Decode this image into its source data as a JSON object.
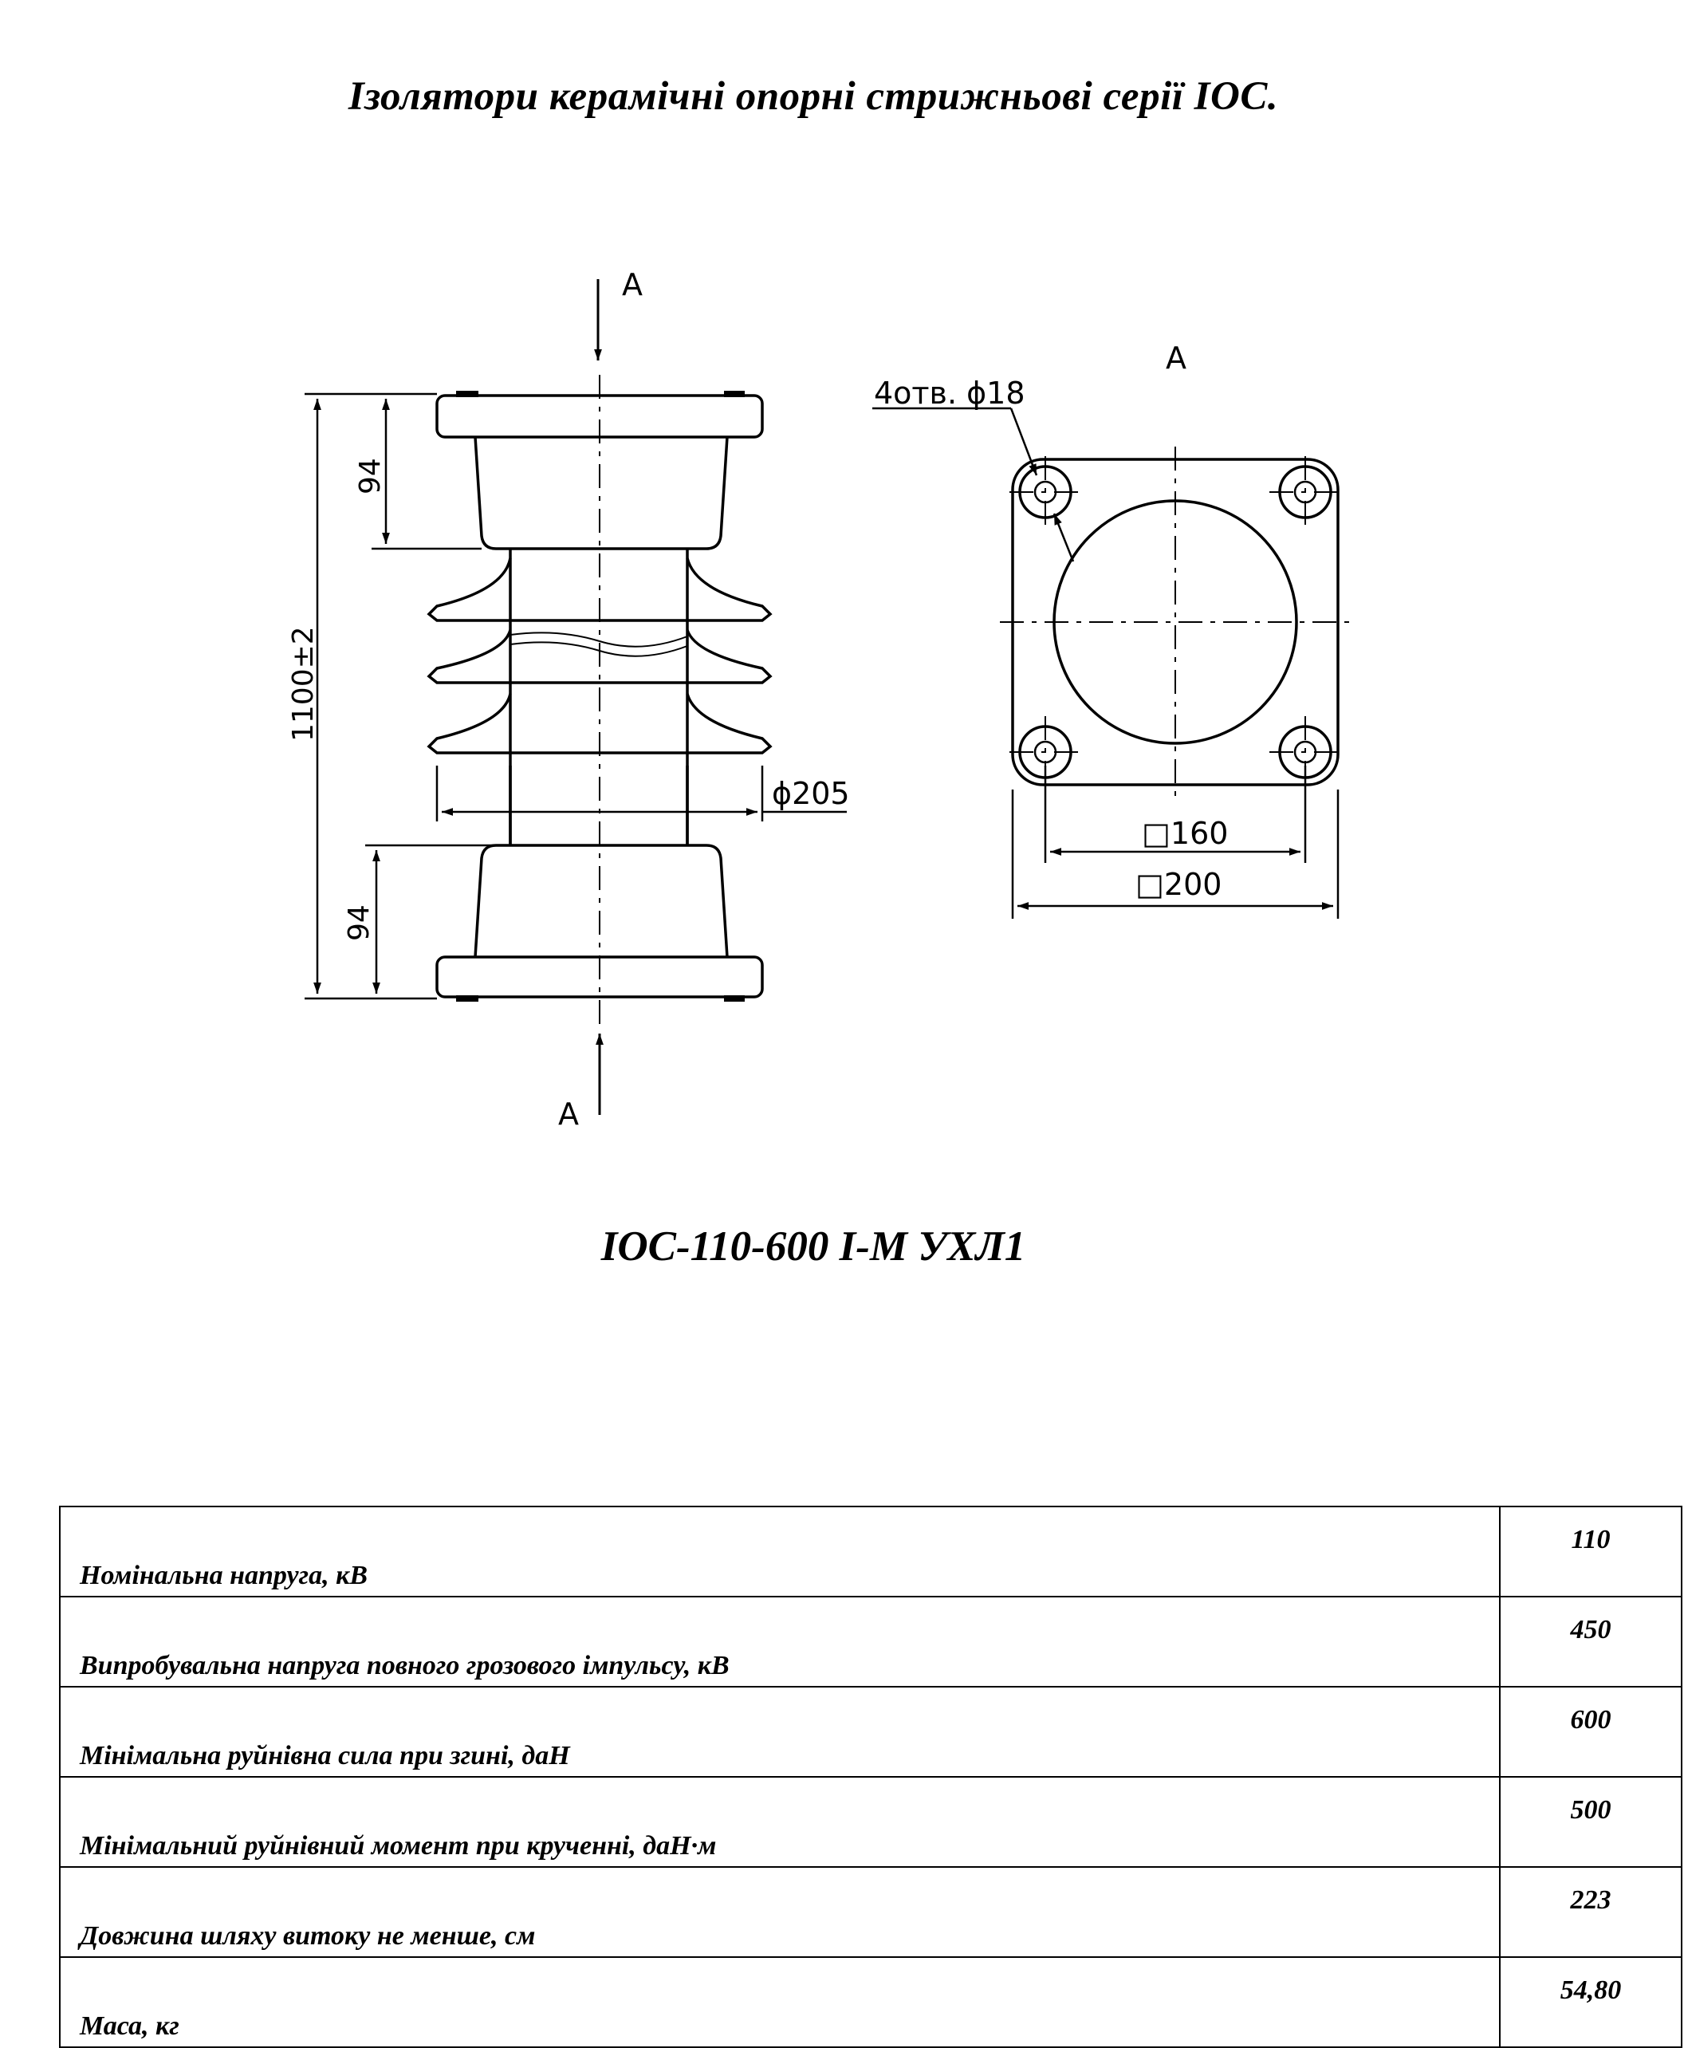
{
  "header": {
    "title": "Ізолятори керамічні опорні стрижньові серії  ІОС."
  },
  "drawing": {
    "section_labels": {
      "top": "А",
      "bottom": "А",
      "view": "А"
    },
    "dimensions": {
      "total_height": "1100±2",
      "flange_height_top": "94",
      "flange_height_bottom": "94",
      "shed_diameter": "ϕ205",
      "holes": "4отв. ϕ18",
      "bolt_square": "□160",
      "flange_square": "□200"
    }
  },
  "model": {
    "name": "ІОС-110-600 І-М УХЛ1"
  },
  "specs": {
    "rows": [
      {
        "name": "Номінальна напруга, кВ",
        "value": "110"
      },
      {
        "name": "Випробувальна напруга повного грозового імпульсу, кВ",
        "value": "450"
      },
      {
        "name": "Мінімальна руйнівна сила при згині, даН",
        "value": "600"
      },
      {
        "name": "Мінімальний руйнівний момент при крученні, даН·м",
        "value": "500"
      },
      {
        "name": "Довжина шляху витоку не менше, см",
        "value": "223"
      },
      {
        "name": "Маса, кг",
        "value": "54,80"
      }
    ]
  }
}
